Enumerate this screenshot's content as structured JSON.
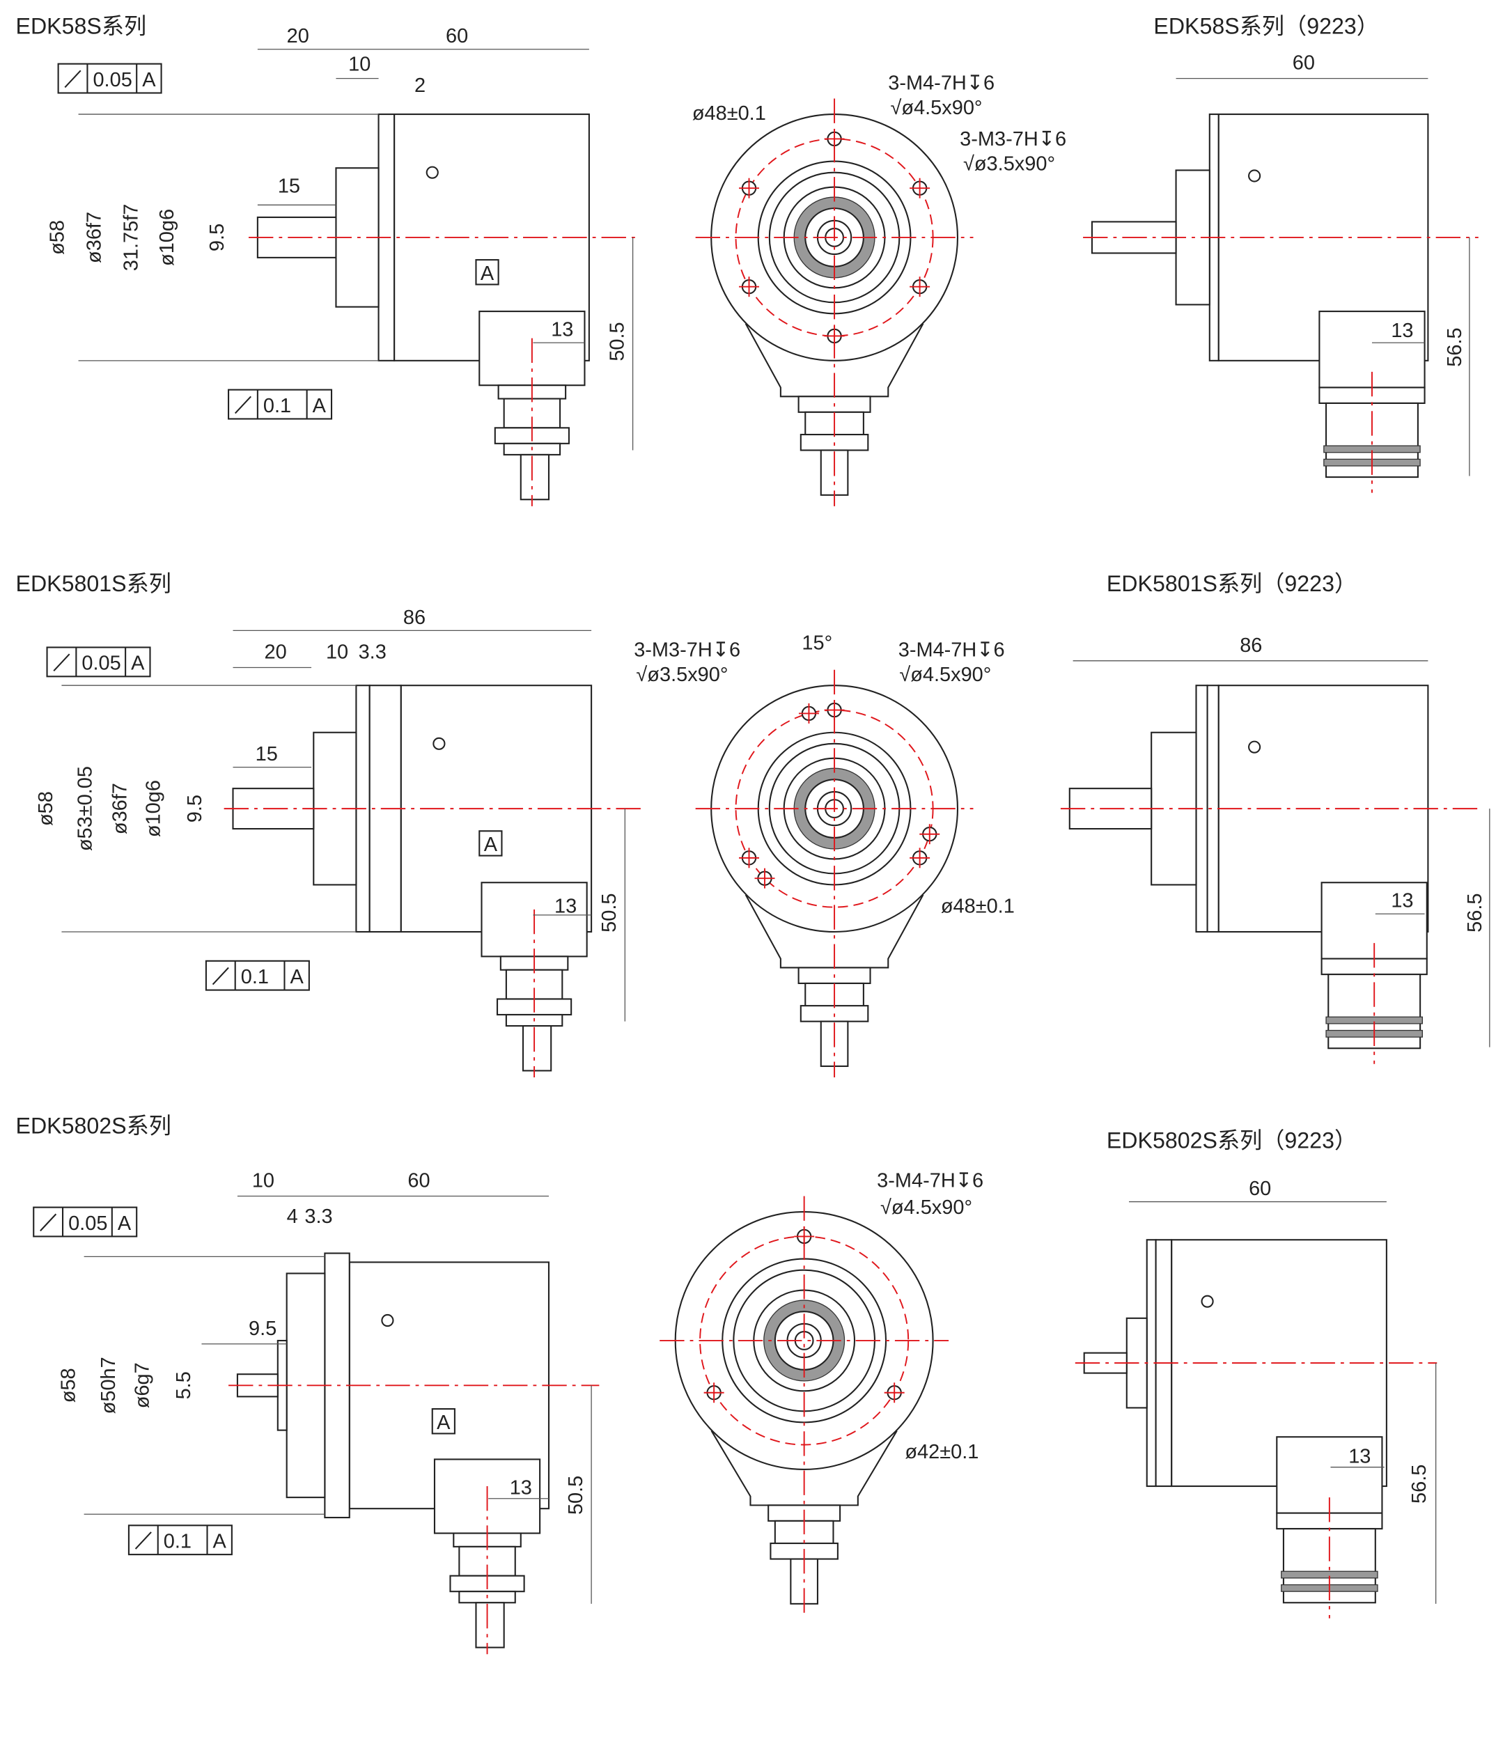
{
  "colors": {
    "centerline": "#e0161b",
    "line": "#222222"
  },
  "row1": {
    "title_left": "EDK58S系列",
    "title_right": "EDK58S系列（9223）",
    "dims": {
      "d20": "20",
      "d60": "60",
      "d10": "10",
      "d2": "2",
      "d15": "15",
      "phi58": "ø58",
      "phi36": "ø36f7",
      "d3175": "31.75f7",
      "phi10": "ø10g6",
      "d95": "9.5",
      "datum": "A",
      "d13": "13",
      "d505": "50.5"
    },
    "tol_top": {
      "value": "0.05",
      "datum": "A"
    },
    "tol_bottom": {
      "value": "0.1",
      "datum": "A"
    },
    "front": {
      "pcd": "ø48±0.1",
      "m4": "3-M4-7H↧6",
      "m4c": "√ø4.5x90°",
      "m3": "3-M3-7H↧6",
      "m3c": "√ø3.5x90°"
    },
    "right": {
      "d60": "60",
      "d13": "13",
      "d565": "56.5"
    }
  },
  "row2": {
    "title_left": "EDK5801S系列",
    "title_right": "EDK5801S系列（9223）",
    "dims": {
      "d86": "86",
      "d20": "20",
      "d10": "10",
      "d33": "3.3",
      "d15": "15",
      "phi58": "ø58",
      "phi53": "ø53±0.05",
      "phi36": "ø36f7",
      "phi10": "ø10g6",
      "d95": "9.5",
      "datum": "A",
      "d13": "13",
      "d505": "50.5"
    },
    "tol_top": {
      "value": "0.05",
      "datum": "A"
    },
    "tol_bottom": {
      "value": "0.1",
      "datum": "A"
    },
    "front": {
      "m3": "3-M3-7H↧6",
      "m3c": "√ø3.5x90°",
      "angle": "15°",
      "m4": "3-M4-7H↧6",
      "m4c": "√ø4.5x90°",
      "pcd": "ø48±0.1"
    },
    "right": {
      "d86": "86",
      "d13": "13",
      "d565": "56.5"
    }
  },
  "row3": {
    "title_left": "EDK5802S系列",
    "title_right": "EDK5802S系列（9223）",
    "dims": {
      "d10": "10",
      "d60": "60",
      "d4": "4",
      "d33": "3.3",
      "d95": "9.5",
      "phi58": "ø58",
      "phi50": "ø50h7",
      "phi6": "ø6g7",
      "d55": "5.5",
      "datum": "A",
      "d13": "13",
      "d505": "50.5"
    },
    "tol_top": {
      "value": "0.05",
      "datum": "A"
    },
    "tol_bottom": {
      "value": "0.1",
      "datum": "A"
    },
    "front": {
      "m4": "3-M4-7H↧6",
      "m4c": "√ø4.5x90°",
      "pcd": "ø42±0.1"
    },
    "right": {
      "d60": "60",
      "d13": "13",
      "d565": "56.5"
    }
  }
}
